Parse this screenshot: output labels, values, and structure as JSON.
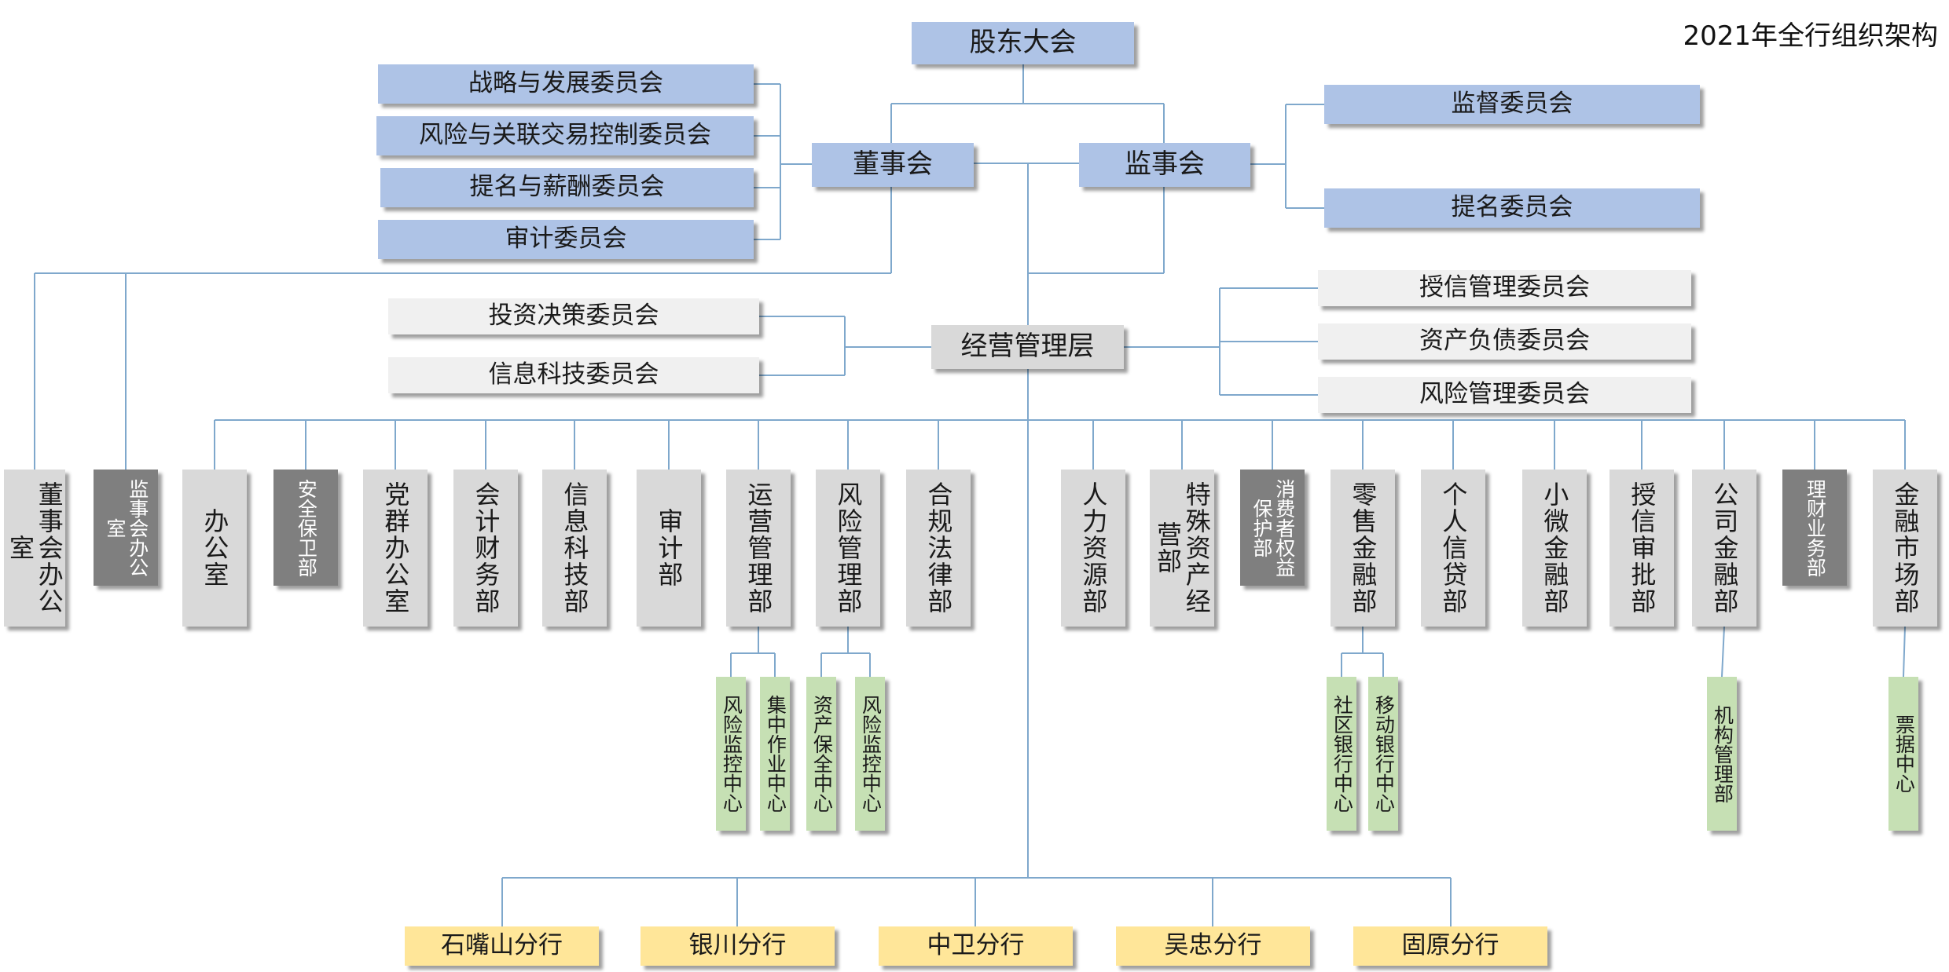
{
  "title": "2021年全行组织架构",
  "top": {
    "shareholders": "股东大会",
    "board": "董事会",
    "supervisors": "监事会",
    "management": "经营管理层"
  },
  "board_committees": [
    "战略与发展委员会",
    "风险与关联交易控制委员会",
    "提名与薪酬委员会",
    "审计委员会"
  ],
  "supervisor_committees": [
    "监督委员会",
    "提名委员会"
  ],
  "mgmt_left_committees": [
    "投资决策委员会",
    "信息科技委员会"
  ],
  "mgmt_right_committees": [
    "授信管理委员会",
    "资产负债委员会",
    "风险管理委员会"
  ],
  "board_office": "董事会办公室",
  "supervisor_office": "监事会办公室",
  "departments": [
    "办公室",
    "安全保卫部",
    "党群办公室",
    "会计财务部",
    "信息科技部",
    "审计部",
    "运营管理部",
    "风险管理部",
    "合规法律部",
    "人力资源部",
    "特殊资产经营部",
    "消费者权益保护部",
    "零售金融部",
    "个人信贷部",
    "小微金融部",
    "授信审批部",
    "公司金融部",
    "理财业务部",
    "金融市场部"
  ],
  "sub_units": {
    "operations": [
      "风险监控中心",
      "集中作业中心"
    ],
    "risk": [
      "资产保全中心",
      "风险监控中心"
    ],
    "retail": [
      "社区银行中心",
      "移动银行中心"
    ],
    "corporate": [
      "机构管理部"
    ],
    "markets": [
      "票据中心"
    ]
  },
  "branches": [
    "石嘴山分行",
    "银川分行",
    "中卫分行",
    "吴忠分行",
    "固原分行"
  ],
  "colors": {
    "blue": "#aec3e6",
    "light_gray": "#f0f0f0",
    "mid_gray": "#d9d9d9",
    "dark_gray": "#7f7f7f",
    "green": "#c6e0b4",
    "yellow": "#ffe699",
    "line": "#7fa8cc"
  }
}
